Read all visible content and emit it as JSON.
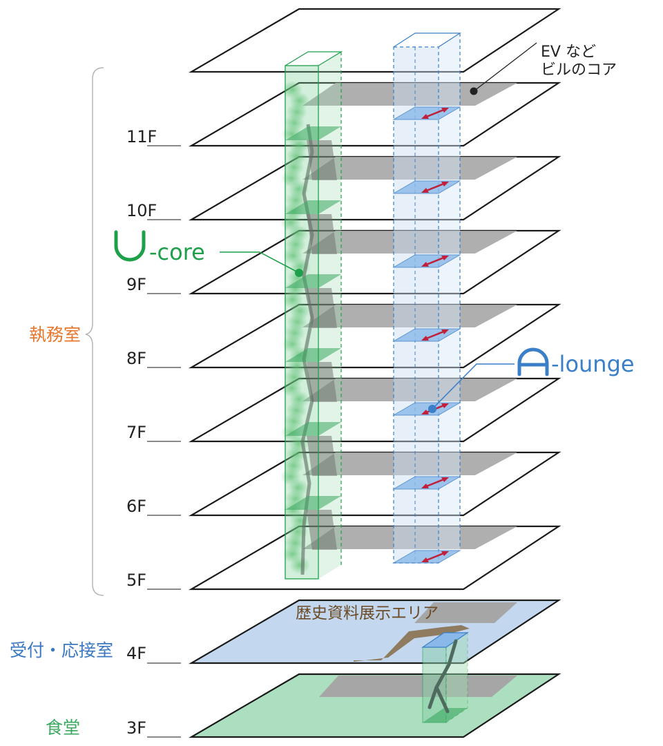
{
  "floors": [
    {
      "label": "11F"
    },
    {
      "label": "10F"
    },
    {
      "label": "9F"
    },
    {
      "label": "8F"
    },
    {
      "label": "7F"
    },
    {
      "label": "6F"
    },
    {
      "label": "5F"
    },
    {
      "label": "4F"
    },
    {
      "label": "3F"
    }
  ],
  "zones": {
    "office": "執務室",
    "reception": "受付・応接室",
    "cafeteria": "食堂"
  },
  "callouts": {
    "core_line1": "EV など",
    "core_line2": "ビルのコア",
    "u_core": "-core",
    "a_lounge": "-lounge",
    "history": "歴史資料展示エリア"
  },
  "colors": {
    "office_label": "#e8772e",
    "reception_label": "#3a78c2",
    "cafeteria_label": "#3aa860",
    "u_core": "#1ea04a",
    "a_lounge": "#3a7fc8",
    "history_label": "#6b4a25",
    "floor_outline": "#1a1a1a",
    "core_gray": "#a6a6a6",
    "floor4_fill": "#c3d8ef",
    "floor3_fill": "#abdfbf",
    "arrow": "#c0203a"
  },
  "icons": {
    "u_core": "u-shape-icon",
    "a_lounge": "arch-shape-icon"
  }
}
